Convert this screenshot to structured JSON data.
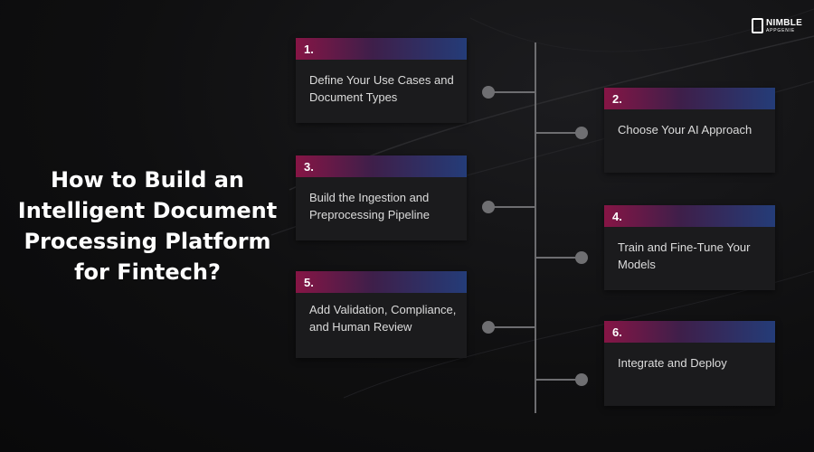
{
  "title": "How to Build an Intelligent Document Processing Platform for Fintech?",
  "logo": {
    "name": "NIMBLE",
    "sub": "APPGENIE"
  },
  "colors": {
    "background": "#0d0d0e",
    "card": "#1b1b1d",
    "header_gradient": [
      "#861545",
      "#3e1f4a",
      "#243c78"
    ],
    "connector": "#6d6d70",
    "title": "#ffffff"
  },
  "steps": [
    {
      "number": "1.",
      "text": "Define Your Use Cases and Document Types"
    },
    {
      "number": "2.",
      "text": "Choose Your AI Approach"
    },
    {
      "number": "3.",
      "text": "Build the Ingestion and Preprocessing Pipeline"
    },
    {
      "number": "4.",
      "text": "Train and Fine-Tune Your Models"
    },
    {
      "number": "5.",
      "text": "Add Validation, Compliance, and Human Review"
    },
    {
      "number": "6.",
      "text": "Integrate and Deploy"
    }
  ]
}
